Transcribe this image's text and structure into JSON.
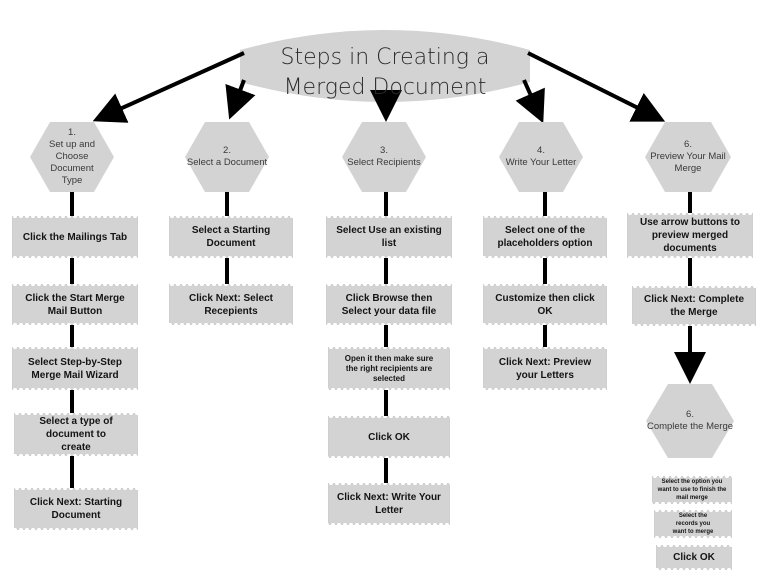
{
  "title": "Steps in Creating a Merged Document",
  "columns": [
    {
      "header": [
        "1.",
        "Set up and",
        "Choose",
        "Document",
        "Type"
      ],
      "steps": [
        "Click the Mailings Tab",
        "Click the Start Merge Mail Button",
        "Select Step-by-Step Merge Mail Wizard",
        "Select a type of document to create",
        "Click Next: Starting Document"
      ]
    },
    {
      "header": [
        "2.",
        "Select a Document"
      ],
      "steps": [
        "Select a Starting Document",
        "Click Next: Select Recepients"
      ]
    },
    {
      "header": [
        "3.",
        "Select Recipients"
      ],
      "steps": [
        "Select Use an existing list",
        "Click Browse then Select your data file",
        "Open it then make sure the right recipients are selected",
        "Click OK",
        "Click Next: Write Your Letter"
      ]
    },
    {
      "header": [
        "4.",
        "Write Your Letter"
      ],
      "steps": [
        "Select one of the placeholders option",
        "Customize then click OK",
        "Click Next: Preview your Letters"
      ]
    },
    {
      "header": [
        "6.",
        "Preview Your Mail",
        "Merge"
      ],
      "steps": [
        "Use arrow buttons to preview merged documents",
        "Click Next: Complete the Merge"
      ]
    }
  ],
  "final": {
    "header": [
      "6.",
      "Complete the Merge"
    ],
    "steps": [
      "Select the option you want to use to finish the mail merge",
      "Select the records you want to merge",
      "Click OK"
    ]
  },
  "colors": {
    "shape_fill": "#d3d3d3",
    "line": "#000000",
    "text": "#1a1a1a"
  }
}
